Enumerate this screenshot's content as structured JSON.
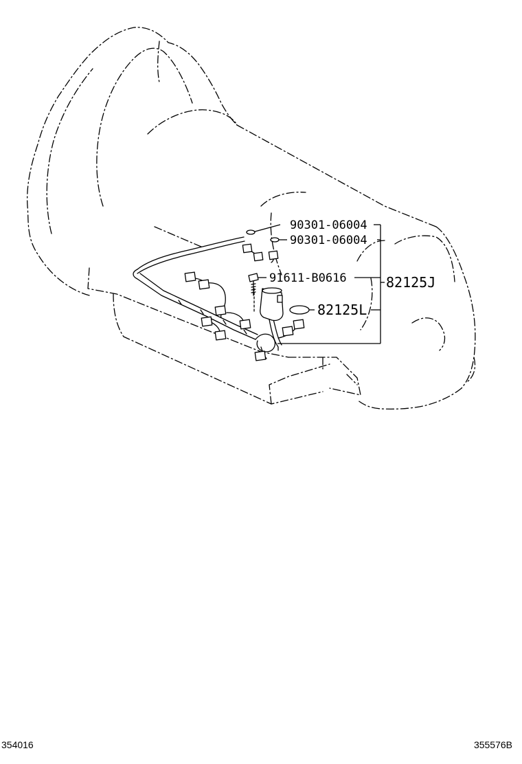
{
  "parts": {
    "o_ring_1": "90301-06004",
    "o_ring_2": "90301-06004",
    "bolt": "91611-B0616",
    "harness_assy": "82125J",
    "clamp": "82125L"
  },
  "footer": {
    "left_code": "354016",
    "right_code": "355576B"
  }
}
